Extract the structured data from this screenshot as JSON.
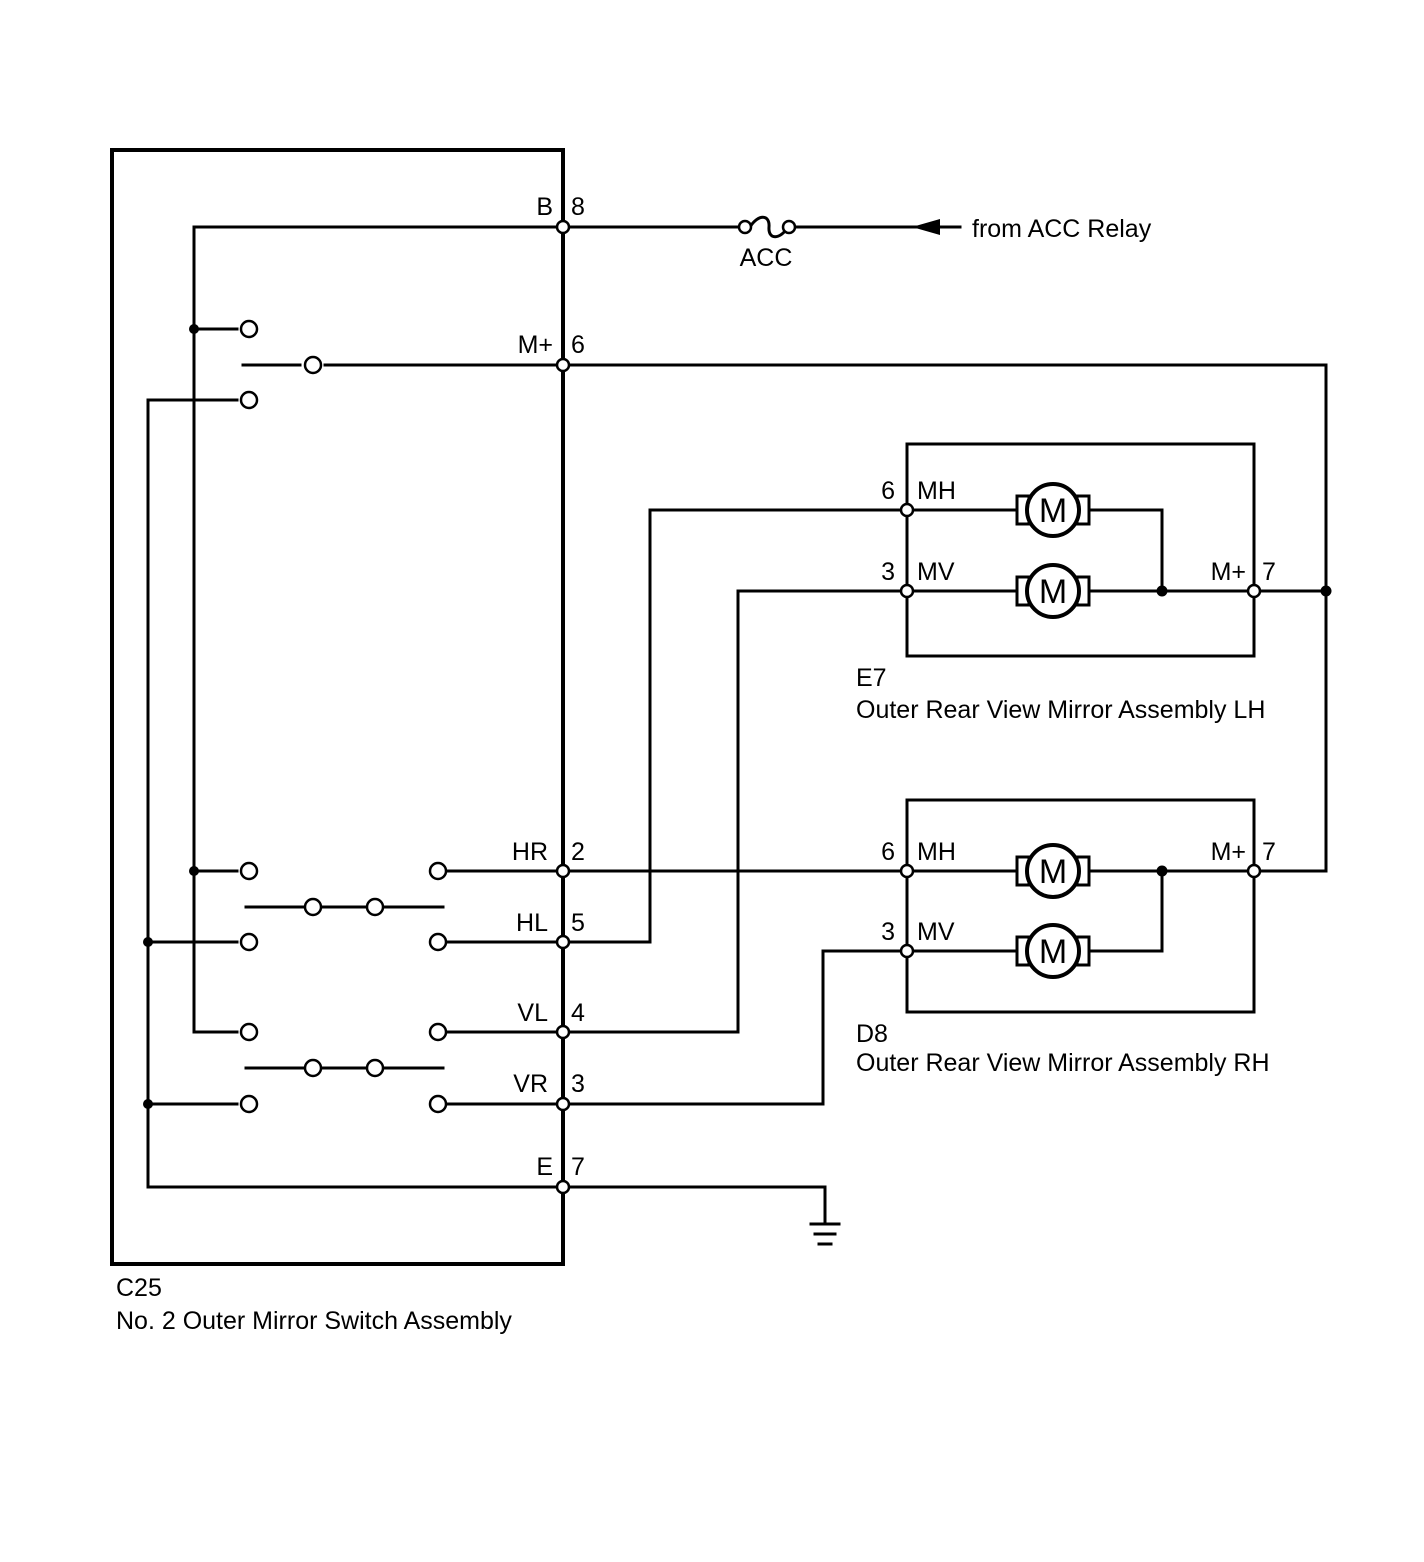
{
  "switch_assembly": {
    "code": "C25",
    "name": "No. 2 Outer Mirror Switch Assembly"
  },
  "switch_pins": [
    {
      "id": "B",
      "name": "B",
      "num": "8"
    },
    {
      "id": "Mplus",
      "name": "M+",
      "num": "6"
    },
    {
      "id": "HR",
      "name": "HR",
      "num": "2"
    },
    {
      "id": "HL",
      "name": "HL",
      "num": "5"
    },
    {
      "id": "VL",
      "name": "VL",
      "num": "4"
    },
    {
      "id": "VR",
      "name": "VR",
      "num": "3"
    },
    {
      "id": "E",
      "name": "E",
      "num": "7"
    }
  ],
  "fuse": {
    "label": "ACC"
  },
  "source": {
    "label": "from ACC Relay"
  },
  "mirror_lh": {
    "code": "E7",
    "name": "Outer Rear View Mirror Assembly LH",
    "pins": {
      "mh": {
        "num": "6",
        "name": "MH"
      },
      "mv": {
        "num": "3",
        "name": "MV"
      },
      "mplus": {
        "name": "M+",
        "num": "7"
      }
    }
  },
  "mirror_rh": {
    "code": "D8",
    "name": "Outer Rear View Mirror Assembly RH",
    "pins": {
      "mh": {
        "num": "6",
        "name": "MH"
      },
      "mv": {
        "num": "3",
        "name": "MV"
      },
      "mplus": {
        "name": "M+",
        "num": "7"
      }
    }
  },
  "motor_label": "M"
}
